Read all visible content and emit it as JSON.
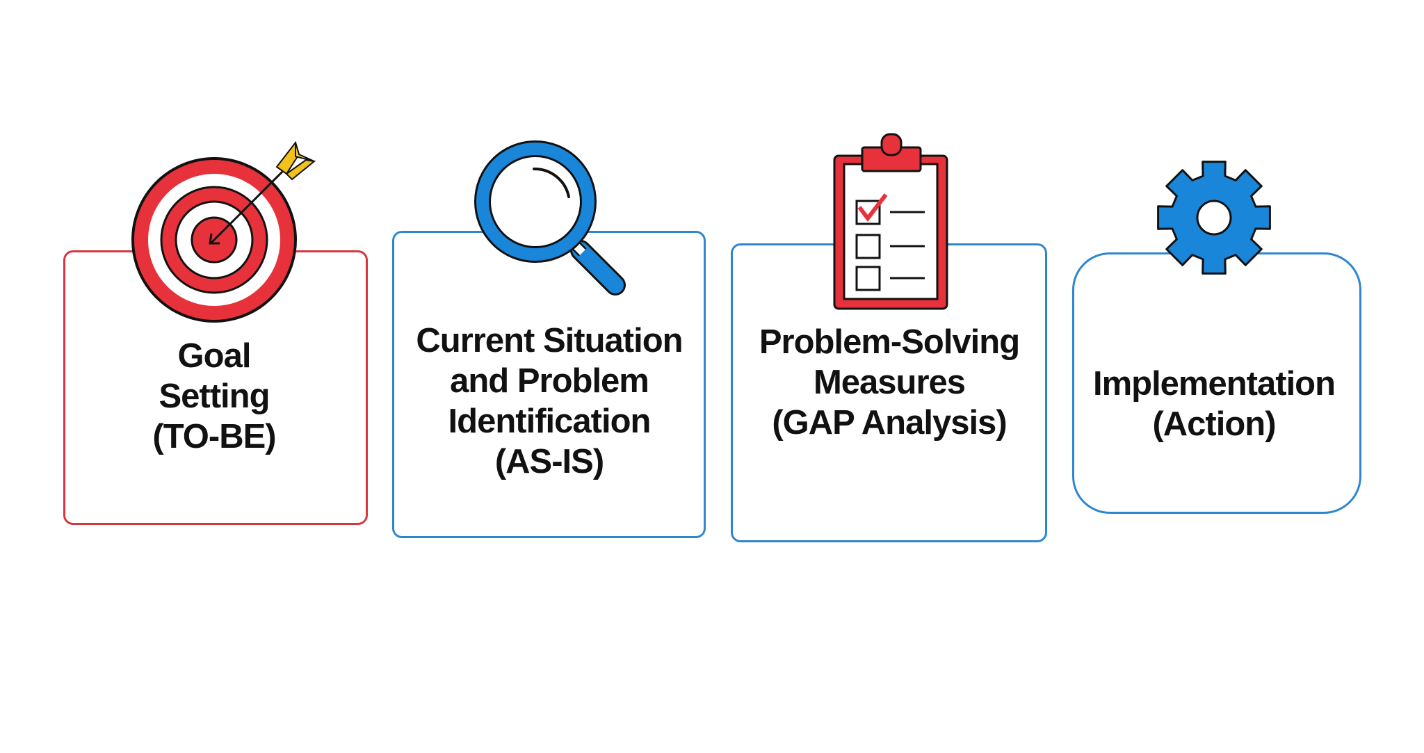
{
  "steps": [
    {
      "lines": [
        "Goal",
        "Setting",
        "(TO-BE)"
      ],
      "icon": "target-icon",
      "color": "#e8323b"
    },
    {
      "lines": [
        "Current Situation",
        "and Problem",
        "Identification",
        "(AS-IS)"
      ],
      "icon": "magnifier-icon",
      "color": "#1a86d9"
    },
    {
      "lines": [
        "Problem-Solving",
        "Measures",
        "(GAP Analysis)"
      ],
      "icon": "clipboard-checklist-icon",
      "color": "#e8323b"
    },
    {
      "lines": [
        "Implementation",
        "(Action)"
      ],
      "icon": "gear-icon",
      "color": "#1a86d9"
    }
  ]
}
